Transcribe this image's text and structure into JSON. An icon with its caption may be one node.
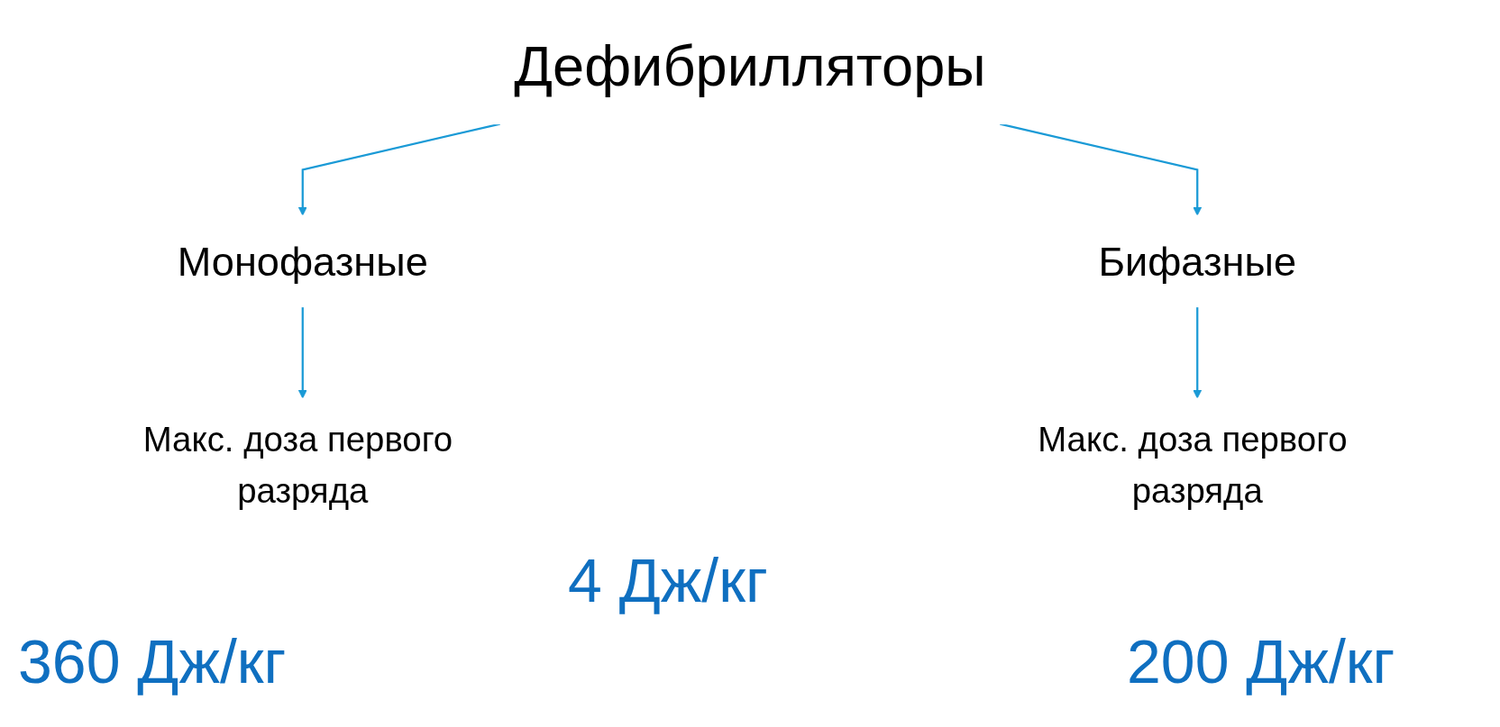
{
  "diagram": {
    "nodes": [
      {
        "text": [
          "Дефибрилляторы"
        ]
      },
      {
        "text": [
          "Монофазные"
        ]
      },
      {
        "text": [
          "Бифазные"
        ]
      },
      {
        "text": [
          "Макс. доза первого разряда"
        ]
      },
      {
        "text": [
          "Макс. доза первого разряда"
        ]
      }
    ],
    "edges": [
      {
        "from": 0,
        "to": 1,
        "arrow": "to"
      },
      {
        "from": 0,
        "to": 2,
        "arrow": "to"
      },
      {
        "from": 1,
        "to": 3,
        "arrow": "to"
      },
      {
        "from": 2,
        "to": 4,
        "arrow": "to"
      }
    ],
    "labels": [
      "4 Дж/кг",
      "360 Дж/кг",
      "200 Дж/кг"
    ]
  }
}
